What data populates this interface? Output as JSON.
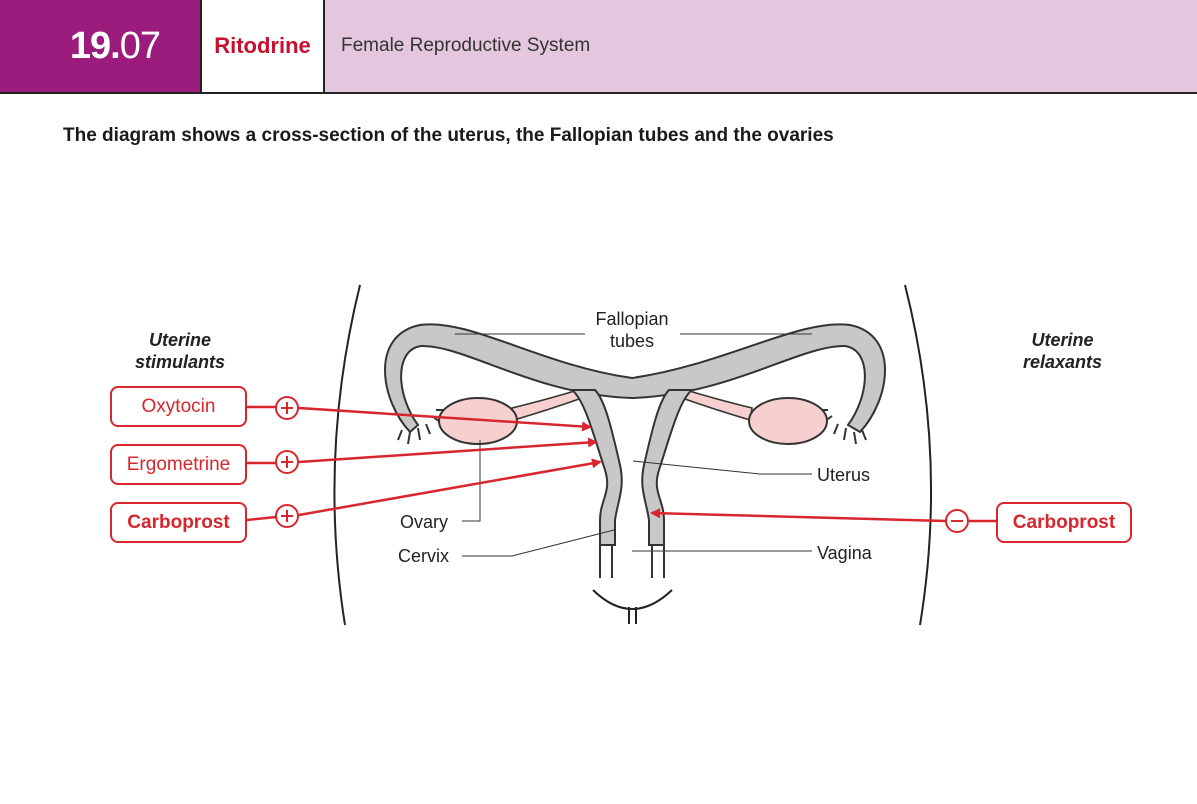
{
  "header": {
    "number_major": "19.",
    "number_minor": "07",
    "drug": "Ritodrine",
    "system": "Female Reproductive System"
  },
  "subtitle": "The diagram shows a cross-section of the uterus, the Fallopian tubes and the ovaries",
  "groups": {
    "stimulants": [
      "Uterine",
      "stimulants"
    ],
    "relaxants": [
      "Uterine",
      "relaxants"
    ]
  },
  "stimulants": [
    {
      "label": "Oxytocin",
      "sign": "+"
    },
    {
      "label": "Ergometrine",
      "sign": "+"
    },
    {
      "label": "Carboprost",
      "sign": "+"
    }
  ],
  "relaxants": [
    {
      "label": "Carboprost",
      "sign": "−"
    }
  ],
  "anatomy": {
    "fallopian_tubes": [
      "Fallopian",
      "tubes"
    ],
    "uterus": "Uterus",
    "ovary": "Ovary",
    "cervix": "Cervix",
    "vagina": "Vagina"
  },
  "colors": {
    "header_accent": "#9b1c7d",
    "header_band": "#e4c6de",
    "drug_red": "#c8102e",
    "arrow_red": "#d7262e",
    "tissue_gray": "#c8c8c8",
    "ovary_pink": "#f6cfcf"
  }
}
